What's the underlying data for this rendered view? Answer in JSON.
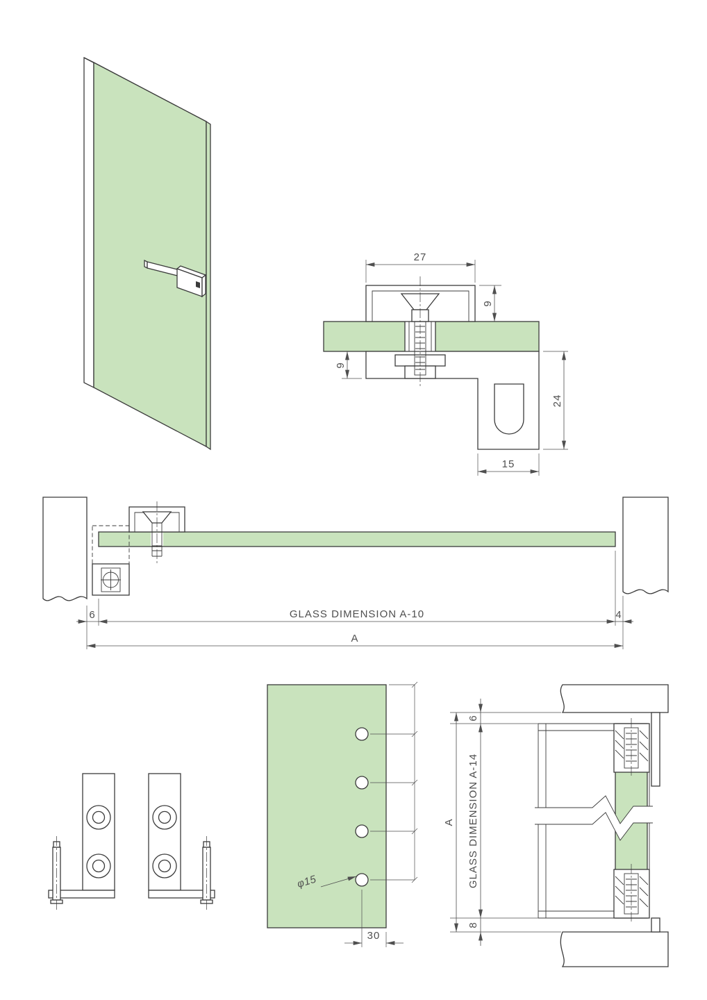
{
  "colors": {
    "glass_green": "#c9e3bd",
    "line": "#3b3b3b",
    "dimension": "#4f4f4f",
    "background": "#ffffff"
  },
  "detail_view": {
    "width": "27",
    "top_height": "9",
    "plate_thickness": "9",
    "block_height": "24",
    "block_width": "15"
  },
  "plan_view": {
    "left_gap": "6",
    "glass_dim": "GLASS DIMENSION A-10",
    "right_gap": "4",
    "overall": "A"
  },
  "panel_view": {
    "hole_dia": "φ15",
    "edge_offset": "30"
  },
  "elevation_view": {
    "top_gap": "6",
    "glass_dim": "GLASS DIMENSION A-14",
    "overall": "A",
    "bottom_gap": "8"
  }
}
